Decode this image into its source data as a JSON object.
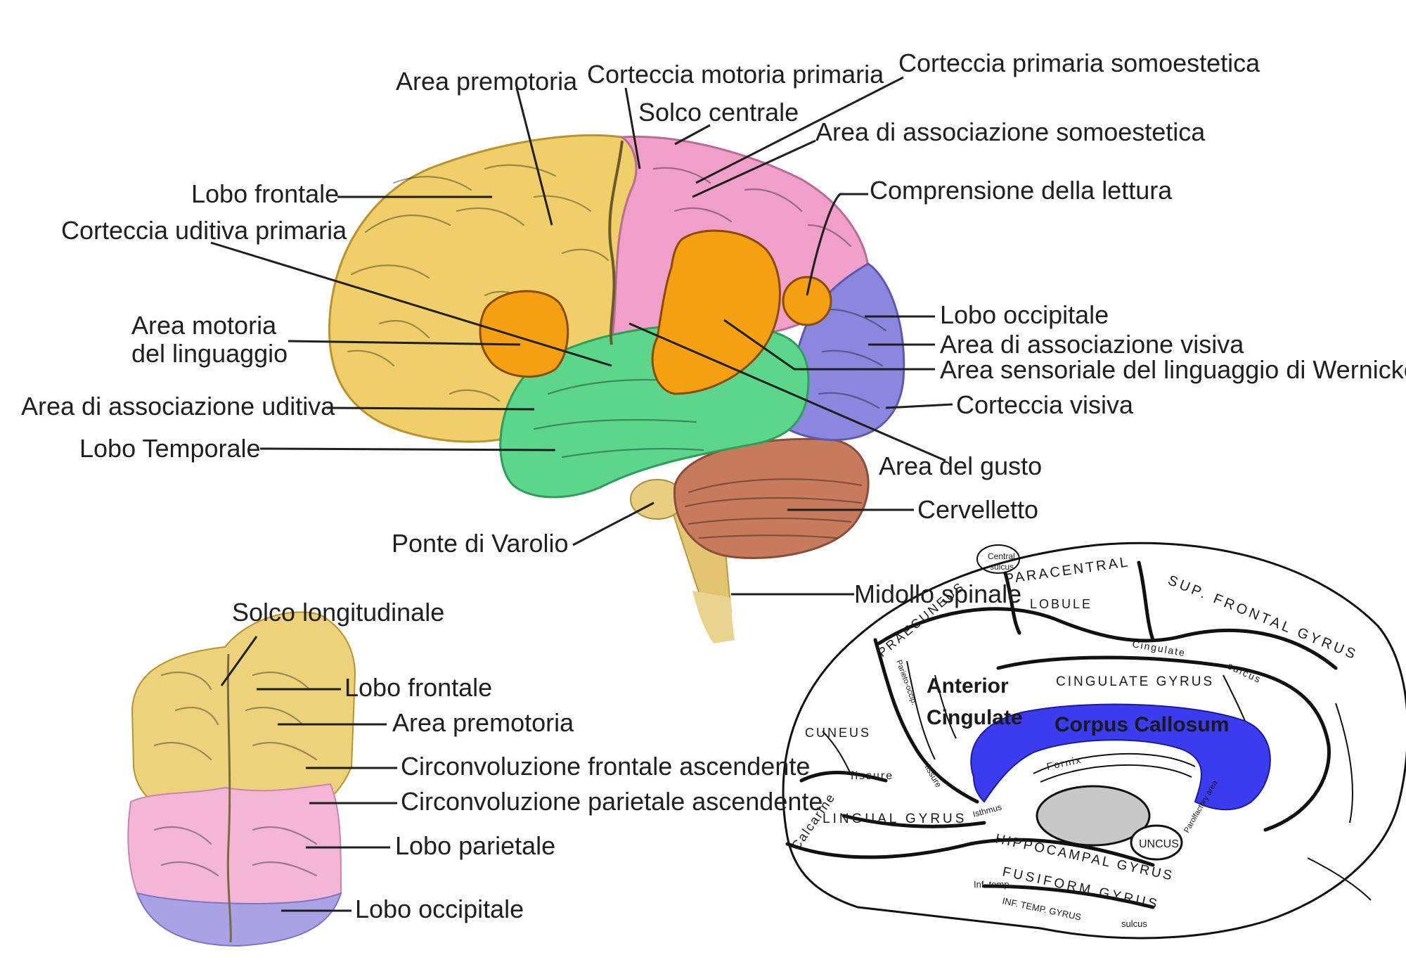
{
  "lateral_view": {
    "labels": {
      "area_premotoria": "Area premotoria",
      "corteccia_motoria_primaria": "Corteccia motoria primaria",
      "corteccia_primaria_somoestetica": "Corteccia primaria somoestetica",
      "solco_centrale": "Solco centrale",
      "area_associazione_somoestetica": "Area di associazione somoestetica",
      "lobo_frontale": "Lobo frontale",
      "comprensione_lettura": "Comprensione della lettura",
      "corteccia_uditiva_primaria": "Corteccia uditiva primaria",
      "area_motoria_linguaggio_1": "Area motoria",
      "area_motoria_linguaggio_2": "del linguaggio",
      "lobo_occipitale": "Lobo occipitale",
      "area_associazione_visiva": "Area di associazione visiva",
      "area_wernicke": "Area sensoriale del linguaggio di Wernicke",
      "area_associazione_uditiva": "Area di associazione uditiva",
      "corteccia_visiva": "Corteccia visiva",
      "lobo_temporale": "Lobo Temporale",
      "area_gusto": "Area del gusto",
      "cervelletto": "Cervelletto",
      "ponte_varolio": "Ponte di Varolio",
      "midollo_spinale": "Midollo spinale"
    }
  },
  "top_view": {
    "labels": {
      "solco_longitudinale": "Solco longitudinale",
      "lobo_frontale": "Lobo frontale",
      "area_premotoria": "Area premotoria",
      "circ_frontale": "Circonvoluzione frontale ascendente",
      "circ_parietale": "Circonvoluzione parietale ascendente",
      "lobo_parietale": "Lobo parietale",
      "lobo_occipitale": "Lobo occipitale"
    }
  },
  "medial_view": {
    "labels": {
      "central_sulcus_1": "Central",
      "central_sulcus_2": "sulcus",
      "paracentral": "PARACENTRAL",
      "lobule": "LOBULE",
      "sup_frontal_gyrus": "SUP. FRONTAL GYRUS",
      "praecuneus": "PRAECUNEUS",
      "parieto_occip": "Parieto-occip.",
      "cingulate_sulcus_1": "Cingulate",
      "cingulate_sulcus_2": "sulcus",
      "anterior": "Anterior",
      "cingulate_word": "Cingulate",
      "cingulate_gyrus": "CINGULATE GYRUS",
      "corpus_callosum": "Corpus Callosum",
      "cuneus": "CUNEUS",
      "fornix": "Fornix",
      "fissure": "fissure",
      "calcarine": "Calcarine",
      "fissure_vertical": "fissure",
      "isthmus": "Isthmus",
      "lingual_gyrus": "LINGUAL GYRUS",
      "hippocampal_gyrus": "HIPPOCAMPAL GYRUS",
      "uncus": "UNCUS",
      "parolfactory": "Parolfactory area",
      "fusiform_gyrus": "FUSIFORM GYRUS",
      "inf_temp": "Inf. temp.",
      "inf_temp_gyrus": "INF. TEMP. GYRUS",
      "inf_temp_sulcus": "sulcus"
    },
    "colors": {
      "corpus_callosum": "#3b3bf0",
      "thalamus": "#c8c8c8"
    }
  },
  "colors": {
    "frontal": "#f0cf6a",
    "parietal": "#ef9fc8",
    "occipital": "#8b86de",
    "temporal": "#5cd68a",
    "speech_area": "#f5a010",
    "cerebellum": "#c77a5c",
    "brainstem": "#e3c470"
  }
}
